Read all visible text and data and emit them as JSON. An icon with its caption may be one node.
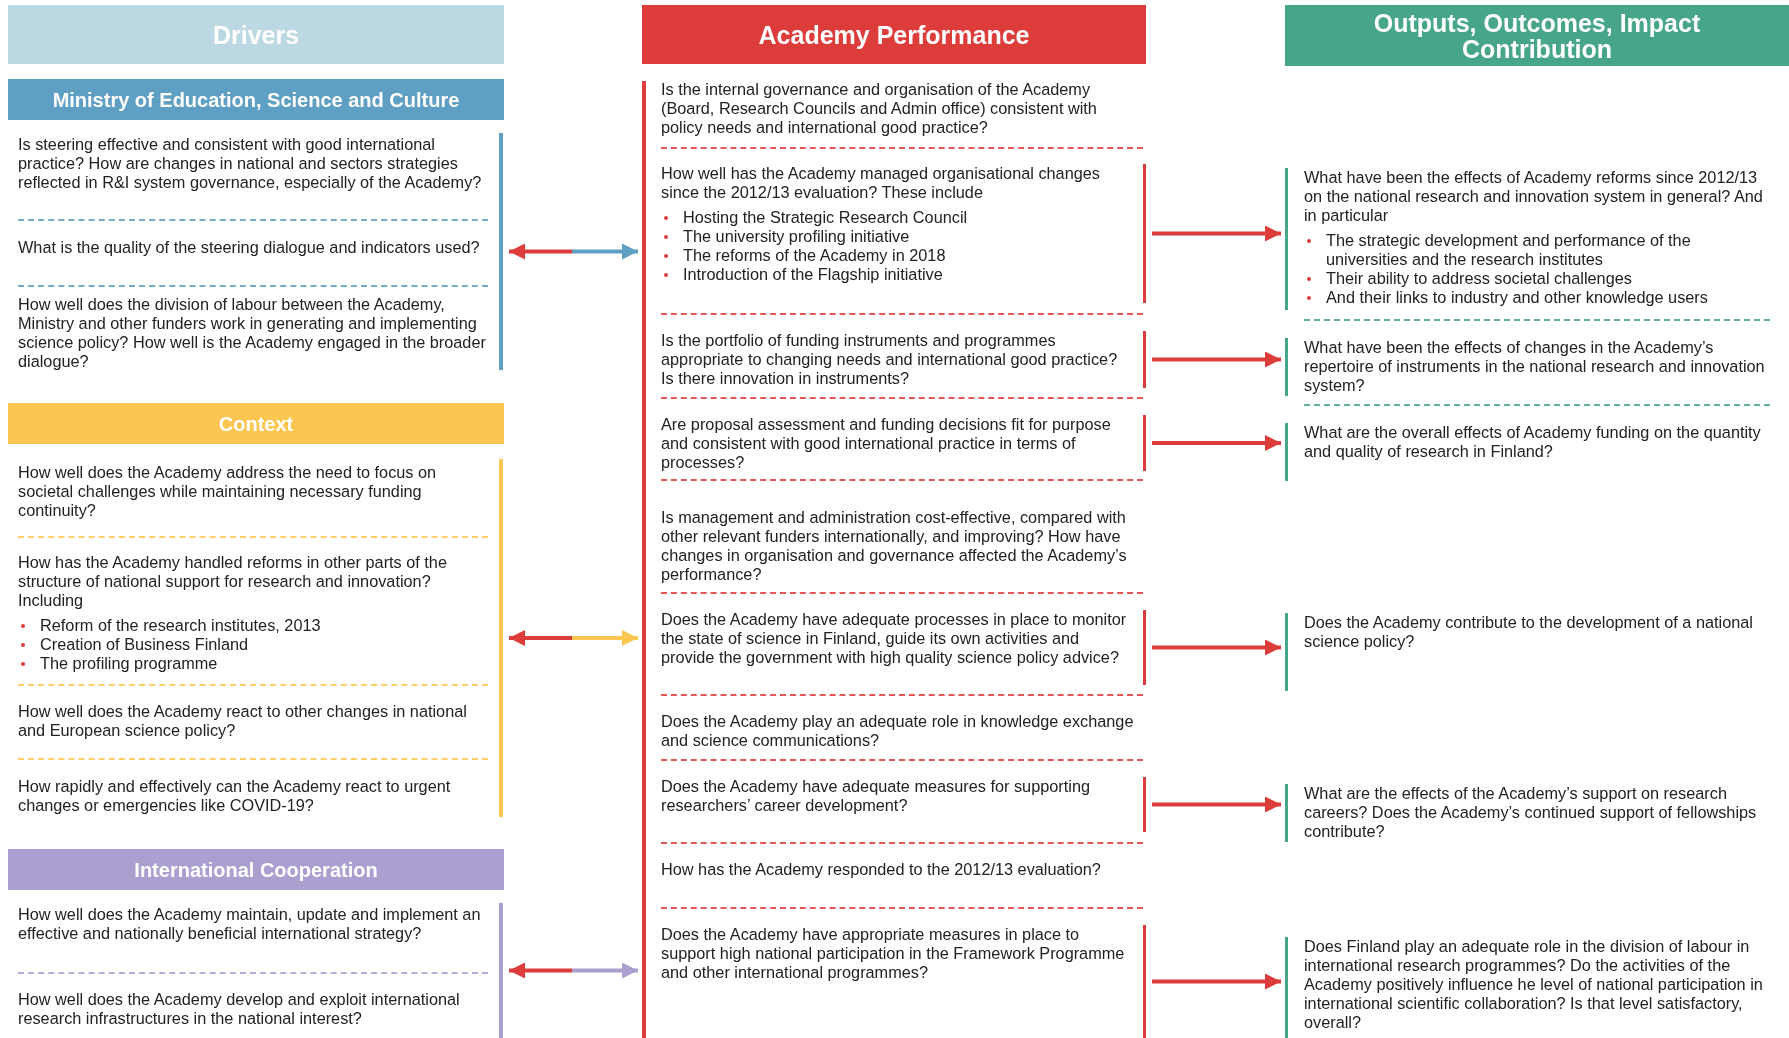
{
  "diagram": {
    "nodes": [
      {
        "text": [
          "Drivers"
        ]
      },
      {
        "text": [
          "Academy Performance"
        ]
      },
      {
        "text": [
          "Outputs, Outcomes, Impact Contribution"
        ]
      },
      {
        "text": [
          "Ministry of Education, Science and Culture"
        ]
      },
      {
        "text": [],
        "shape": "bracket"
      },
      {
        "text": [
          "Is steering effective and consistent with good international practice? How are changes in national and sectors strategies reflected in R&I system governance, especially of the Academy?"
        ],
        "in": 4
      },
      {
        "text": [
          "What is the quality of the steering dialogue and indicators used?"
        ],
        "in": 4
      },
      {
        "text": [
          "How well does the division of labour between the Academy, Ministry and other funders work in generating and implementing science policy? How well is the Academy engaged in the broader dialogue?"
        ],
        "in": 4
      },
      {
        "text": [
          "Context"
        ]
      },
      {
        "text": [],
        "shape": "bracket"
      },
      {
        "text": [
          "How well does the Academy address the need to focus on societal challenges while maintaining necessary funding continuity?"
        ],
        "in": 9
      },
      {
        "text": [
          "How has the Academy handled reforms in other parts of the structure of national support for research and innovation? Including",
          "Reform of the research institutes, 2013",
          "Creation of Business Finland",
          "The profiling programme"
        ],
        "in": 9
      },
      {
        "text": [
          "How well does the Academy react to other changes in national and European science policy?"
        ],
        "in": 9
      },
      {
        "text": [
          "How rapidly and effectively can the Academy react to urgent changes or emergencies like COVID-19?"
        ],
        "in": 9
      },
      {
        "text": [
          "International Cooperation"
        ]
      },
      {
        "text": [],
        "shape": "bracket"
      },
      {
        "text": [
          "How well does the Academy maintain, update and implement an effective and nationally beneficial international strategy?"
        ],
        "in": 15
      },
      {
        "text": [
          "How well does the Academy develop and exploit international research infrastructures in the national interest?"
        ],
        "in": 15
      },
      {
        "text": [],
        "shape": "bracket"
      },
      {
        "text": [
          "Is the internal governance and organisation of the Academy (Board, Research Councils and Admin office) consistent with policy needs and international good practice?"
        ],
        "in": 18
      },
      {
        "text": [
          "How well has the Academy managed organisational changes since the 2012/13 evaluation? These include",
          "Hosting the Strategic Research Council",
          "The university profiling initiative",
          "The reforms of the Academy in 2018",
          "Introduction of the Flagship initiative"
        ],
        "in": 18
      },
      {
        "text": [
          "Is the portfolio of funding instruments and programmes appropriate to changing needs and international good practice? Is there innovation in instruments?"
        ],
        "in": 18
      },
      {
        "text": [
          "Are proposal assessment and funding decisions fit for purpose and consistent with good international practice in terms of processes?"
        ],
        "in": 18
      },
      {
        "text": [
          "Is management and administration cost-effective, compared with other relevant funders internationally, and improving? How have changes in organisation and governance affected the Academy’s performance?"
        ],
        "in": 18
      },
      {
        "text": [
          "Does the Academy have adequate processes in place to monitor the state of science in Finland, guide its own activities and provide the government with high quality science policy advice?"
        ],
        "in": 18
      },
      {
        "text": [
          "Does the Academy play an adequate role in knowledge exchange and science communications?"
        ],
        "in": 18
      },
      {
        "text": [
          "Does the Academy have adequate measures for supporting researchers’ career development?"
        ],
        "in": 18
      },
      {
        "text": [
          "How has the Academy responded to the 2012/13 evaluation?"
        ],
        "in": 18
      },
      {
        "text": [
          "Does the Academy have appropriate measures in place to support high national participation in the Framework Programme and other international programmes?"
        ],
        "in": 18
      },
      {
        "text": [
          "What have been the effects of Academy reforms since 2012/13 on the national research and innovation system in general? And in particular",
          "The strategic development and performance of the universities and the research institutes",
          "Their ability to address societal challenges",
          "And their links to industry and other knowledge users"
        ]
      },
      {
        "text": [
          "What have been the effects of changes in the Academy’s repertoire of instruments in the national research and innovation system?"
        ]
      },
      {
        "text": [
          "What are the overall effects of Academy funding on the quantity and quality of research in Finland?"
        ]
      },
      {
        "text": [
          "Does the Academy contribute to the development of a national science policy?"
        ]
      },
      {
        "text": [
          "What are the effects of the Academy’s support on research careers? Does the Academy’s continued support of fellowships contribute?"
        ]
      },
      {
        "text": [
          "Does Finland play an adequate role in the division of labour in international research programmes? Do the activities of the Academy positively influence he level of national participation in international scientific collaboration? Is that level satisfactory, overall?"
        ]
      }
    ],
    "edges": [
      {
        "from": 4,
        "to": 18,
        "arrow": "both",
        "color": "#5e9fc3"
      },
      {
        "from": 9,
        "to": 18,
        "arrow": "both",
        "color": "#fdc651"
      },
      {
        "from": 15,
        "to": 18,
        "arrow": "both",
        "color": "#ab9fd0"
      },
      {
        "from": 20,
        "to": 29,
        "arrow": "to"
      },
      {
        "from": 21,
        "to": 30,
        "arrow": "to"
      },
      {
        "from": 22,
        "to": 31,
        "arrow": "to"
      },
      {
        "from": 24,
        "to": 32,
        "arrow": "to"
      },
      {
        "from": 26,
        "to": 33,
        "arrow": "to"
      },
      {
        "from": 28,
        "to": 34,
        "arrow": "to"
      }
    ]
  }
}
